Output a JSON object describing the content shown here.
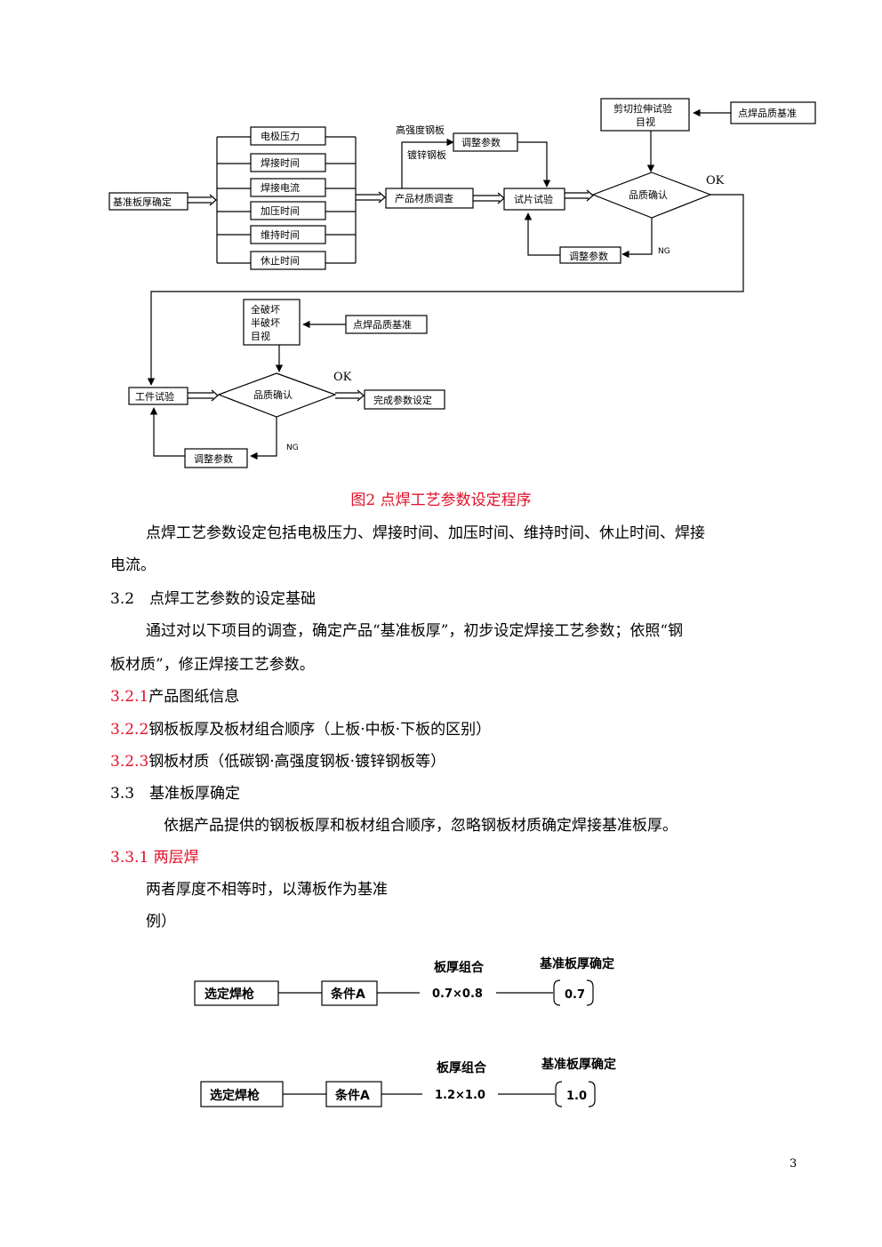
{
  "flowchart": {
    "base_thickness": "基准板厚确定",
    "params": [
      "电极压力",
      "焊接时间",
      "焊接电流",
      "加压时间",
      "维持时间",
      "休止时间"
    ],
    "material_survey": "产品材质调查",
    "high_strength": "高强度钢板",
    "galvanized": "镀锌钢板",
    "adjust_params": "调整参数",
    "coupon_test": "试片试验",
    "shear_test_line1": "剪切拉伸试验",
    "shear_test_line2": "目视",
    "quality_standard": "点焊品质基准",
    "quality_confirm": "品质确认",
    "ok": "OK",
    "ng": "NG",
    "destruct_line1": "全破坏",
    "destruct_line2": "半破坏",
    "destruct_line3": "目视",
    "workpiece_test": "工件试验",
    "complete": "完成参数设定"
  },
  "caption": "图2 点焊工艺参数设定程序",
  "text": {
    "p1_line1": "点焊工艺参数设定包括电极压力、焊接时间、加压时间、维持时间、休止时间、焊接",
    "p1_line2": "电流。",
    "h32": "3.2　点焊工艺参数的设定基础",
    "p2_line1": "通过对以下项目的调查，确定产品“基准板厚”，初步设定焊接工艺参数；依照“钢",
    "p2_line2": "板材质”，修正焊接工艺参数。",
    "h321_num": "3.2.1",
    "h321_text": "产品图纸信息",
    "h322_num": "3.2.2",
    "h322_text": "钢板板厚及板材组合顺序（上板·中板·下板的区别）",
    "h323_num": "3.2.3",
    "h323_text": "钢板材质（低碳钢·高强度钢板·镀锌钢板等）",
    "h33": "3.3　基准板厚确定",
    "p3": "依据产品提供的钢板板厚和板材组合顺序，忽略钢板材质确定焊接基准板厚。",
    "h331": "3.3.1 两层焊",
    "p4": "两者厚度不相等时，以薄板作为基准",
    "p5": "例）"
  },
  "examples": [
    {
      "gun": "选定焊枪",
      "cond": "条件A",
      "combo_label": "板厚组合",
      "combo": "0.7×0.8",
      "base_label": "基准板厚确定",
      "base": "0.7"
    },
    {
      "gun": "选定焊枪",
      "cond": "条件A",
      "combo_label": "板厚组合",
      "combo": "1.2×1.0",
      "base_label": "基准板厚确定",
      "base": "1.0"
    }
  ],
  "page_number": "3"
}
